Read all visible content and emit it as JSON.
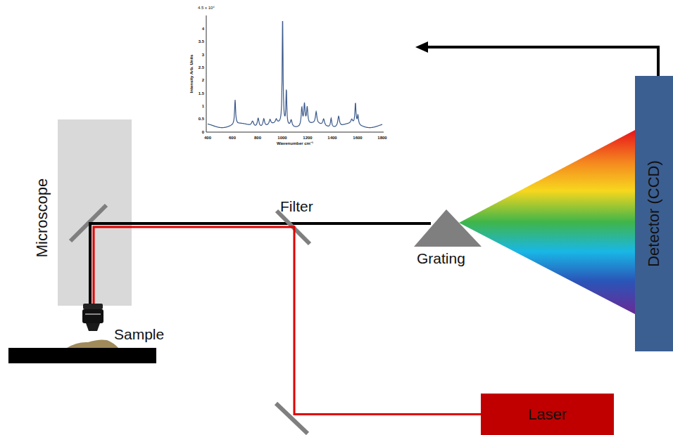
{
  "diagram": {
    "nodes": [
      {
        "text": [
          "Microscope"
        ]
      },
      {
        "text": [
          "Detector (CCD)"
        ]
      },
      {
        "text": [
          "Laser"
        ]
      }
    ],
    "edges": [
      {
        "from": 2,
        "to": 0,
        "arrow": "none"
      }
    ],
    "labels": [
      "Filter",
      "Grating",
      "Sample",
      "4.5 x 10⁴",
      "4",
      "3.5",
      "3",
      "2.5",
      "2",
      "1.5",
      "1",
      "0.5",
      "0",
      "400",
      "600",
      "800",
      "1000",
      "1200",
      "1400",
      "1600",
      "1800",
      "Intensity Arb. Units",
      "Wavenumber cm⁻¹"
    ]
  }
}
